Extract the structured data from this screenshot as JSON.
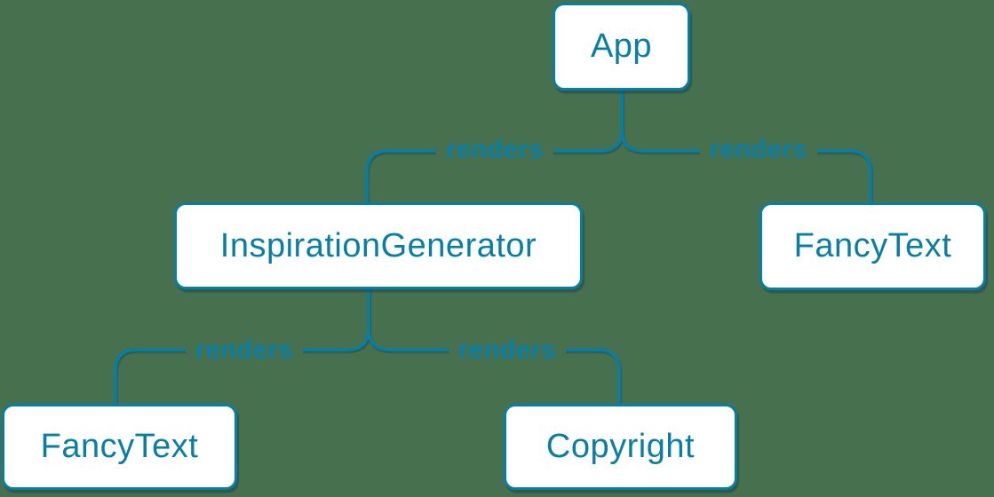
{
  "diagram": {
    "title": "component-render-tree",
    "colors": {
      "background": "#47704E",
      "accent": "#087EA4",
      "node_fill": "#FFFFFF"
    },
    "nodes": [
      {
        "id": "app",
        "label": "App"
      },
      {
        "id": "inspiration-generator",
        "label": "InspirationGenerator"
      },
      {
        "id": "fancy-text-top",
        "label": "FancyText"
      },
      {
        "id": "fancy-text-bottom",
        "label": "FancyText"
      },
      {
        "id": "copyright",
        "label": "Copyright"
      }
    ],
    "edges": [
      {
        "from": "App",
        "to": "InspirationGenerator",
        "label": "renders"
      },
      {
        "from": "App",
        "to": "FancyText",
        "label": "renders"
      },
      {
        "from": "InspirationGenerator",
        "to": "FancyText",
        "label": "renders"
      },
      {
        "from": "InspirationGenerator",
        "to": "Copyright",
        "label": "renders"
      }
    ]
  }
}
